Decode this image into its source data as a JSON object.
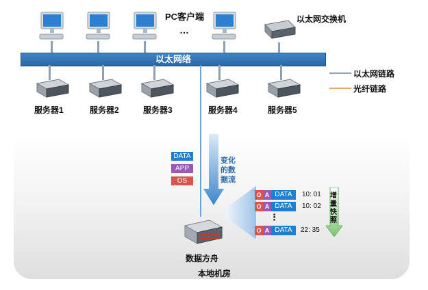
{
  "labels": {
    "pc_clients": "PC客户端",
    "pc_ellipsis": "…",
    "switch": "以太网交换机",
    "ethernet": "以太网络",
    "servers": [
      "服务器1",
      "服务器2",
      "服务器3",
      "服务器4",
      "服务器5"
    ],
    "legend_ethernet": "以太网链路",
    "legend_fiber": "光纤链路",
    "change_stream": "变化的数据流",
    "change_stream_lines": [
      "变化",
      "的数",
      "据流"
    ],
    "ark": "数据方舟",
    "local_room": "本地机房",
    "incremental": "增量快照",
    "incremental_chars": [
      "增",
      "量",
      "快",
      "照"
    ]
  },
  "data_tags": [
    {
      "text": "DATA",
      "color": "#1e7fd0"
    },
    {
      "text": "APP",
      "color": "#9b59b6"
    },
    {
      "text": "OS",
      "color": "#d9534f"
    }
  ],
  "snapshots": [
    {
      "o": "O",
      "a": "A",
      "data": "DATA",
      "time": "10: 01"
    },
    {
      "o": "O",
      "a": "A",
      "data": "DATA",
      "time": "10: 02"
    },
    {
      "o": "O",
      "a": "A",
      "data": "DATA",
      "time": "22: 35"
    }
  ],
  "snap_ellipsis": "⋮",
  "colors": {
    "ethernet_bar": "#2a67a8",
    "ethernet_link": "#8ea0b8",
    "fiber_link": "#f4a460",
    "data_stream_arrow": "#3f86c8",
    "incremental_arrow": "#7cc576"
  }
}
